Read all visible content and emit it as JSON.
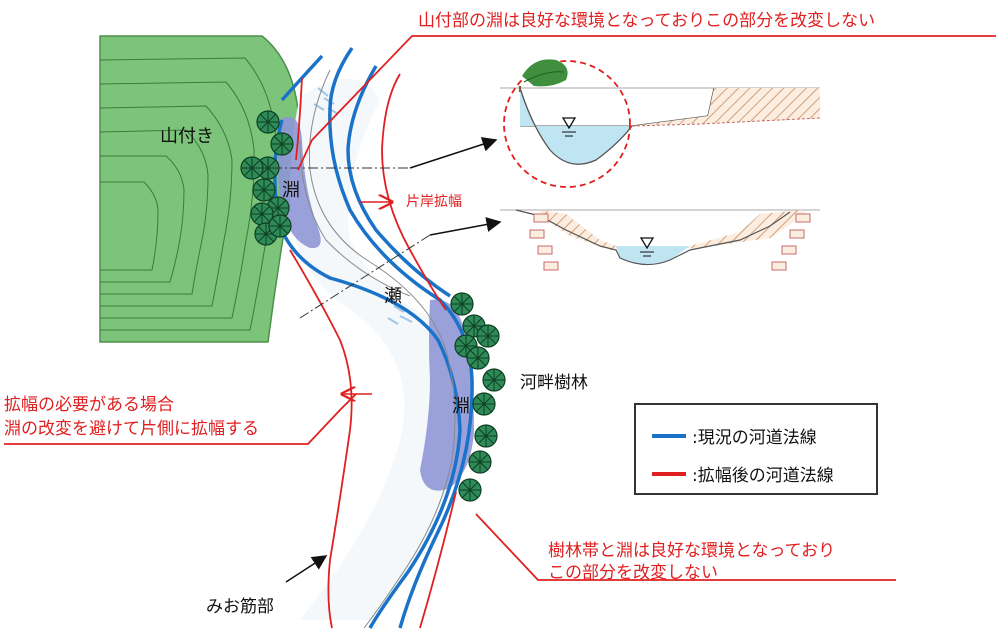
{
  "labels": {
    "mountain": "山付き",
    "pool_upper": "淵",
    "riffle": "瀬",
    "pool_lower": "淵",
    "riparian_forest": "河畔樹林",
    "one_side_widening": "片岸拡幅",
    "thalweg": "みお筋部"
  },
  "callouts": {
    "top": "山付部の淵は良好な環境となっておりこの部分を改変しない",
    "left_line1": "拡幅の必要がある場合",
    "left_line2": "淵の改変を避けて片側に拡幅する",
    "bottom_line1": "樹林帯と淵は良好な環境となっており",
    "bottom_line2": "この部分を改変しない"
  },
  "legend": {
    "current": ":現況の河道法線",
    "widened": ":拡幅後の河道法線"
  },
  "colors": {
    "current_line": "#1a73c8",
    "widened_line": "#e02020",
    "mountain_fill": "#7cc47a",
    "tree_fill": "#2e8b57",
    "pool_fill": "#8f96d6",
    "water_fill": "#bfe4f2",
    "hatch": "#d4a07a"
  }
}
